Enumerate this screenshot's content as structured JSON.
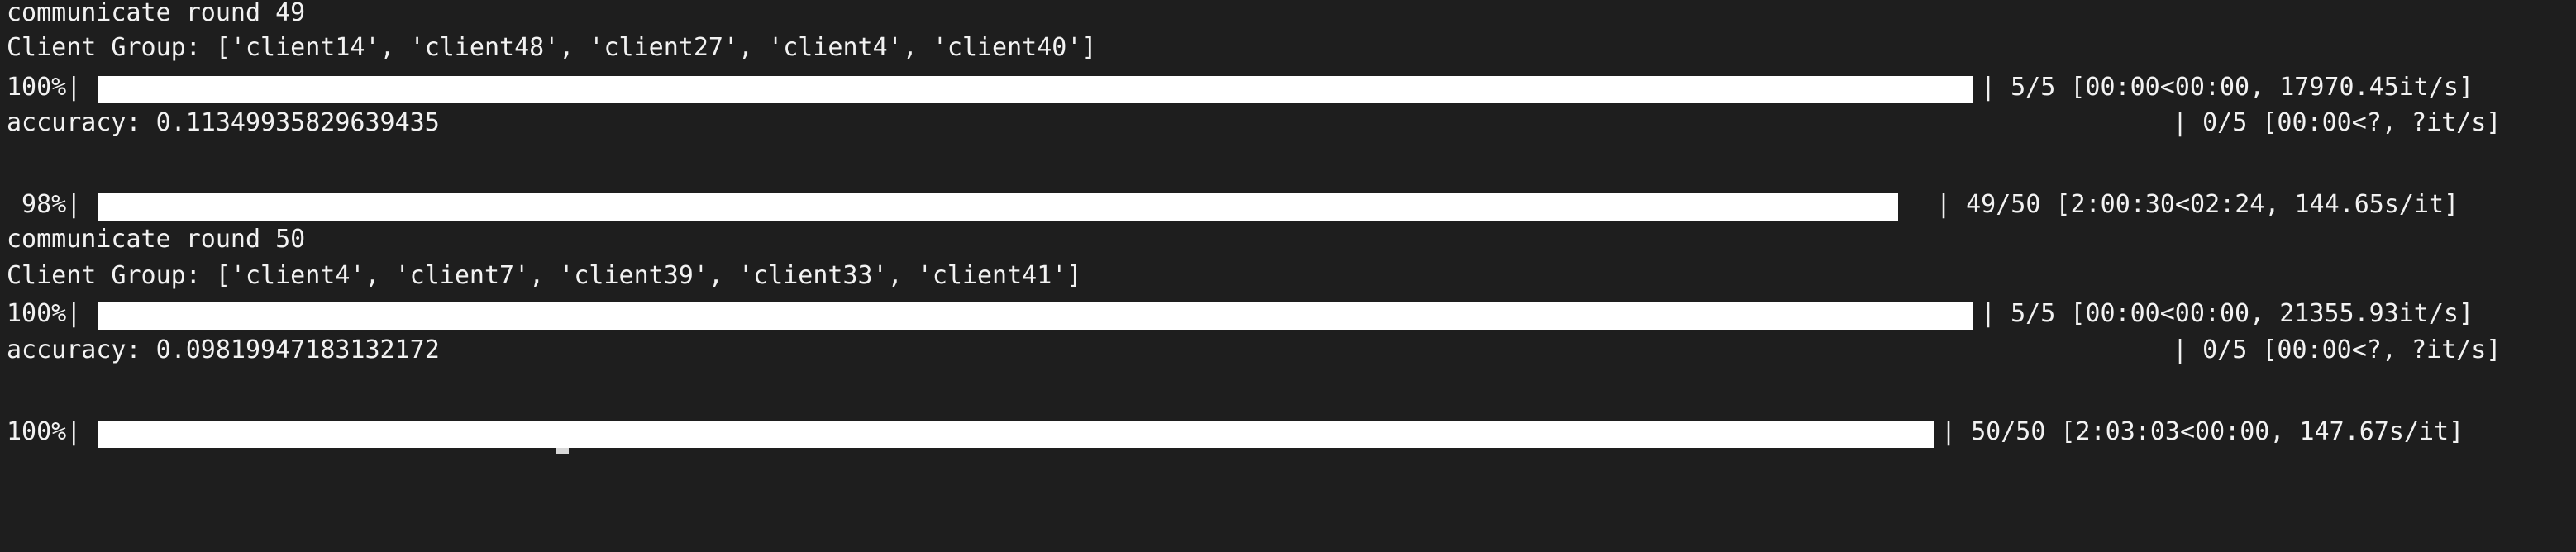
{
  "lines": {
    "l0": "communicate round 49",
    "l1": "Client Group: ['client14', 'client48', 'client27', 'client4', 'client40']",
    "l3": "accuracy: 0.11349935829639435",
    "l7": "communicate round 50",
    "l8": "Client Group: ['client4', 'client7', 'client39', 'client33', 'client41']",
    "l10": "accuracy: 0.09819947183132172"
  },
  "progress": {
    "p1": {
      "pct_label": "100%|",
      "fraction": 1.0,
      "stats": "| 5/5 [00:00<00:00, 17970.45it/s]"
    },
    "p1b": {
      "stats": "| 0/5 [00:00<?, ?it/s]"
    },
    "p2": {
      "pct_label": " 98%|",
      "fraction": 0.98,
      "stats": "| 49/50 [2:00:30<02:24, 144.65s/it]"
    },
    "p3": {
      "pct_label": "100%|",
      "fraction": 1.0,
      "stats": "| 5/5 [00:00<00:00, 21355.93it/s]"
    },
    "p3b": {
      "stats": "| 0/5 [00:00<?, ?it/s]"
    },
    "p4": {
      "pct_label": "100%|",
      "fraction": 1.0,
      "stats": "| 50/50 [2:03:03<00:00, 147.67s/it]"
    }
  }
}
